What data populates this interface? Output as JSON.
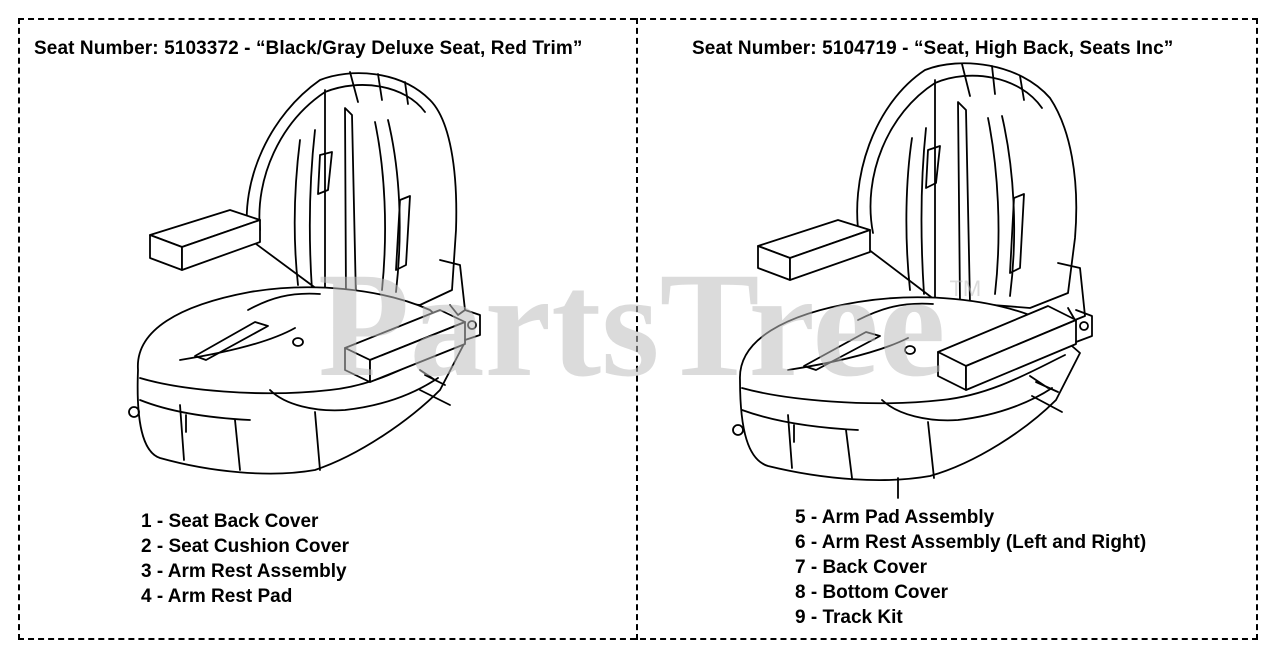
{
  "panels": [
    {
      "title": "Seat Number: 5103372 - “Black/Gray Deluxe Seat, Red Trim”",
      "items": [
        "1 - Seat Back Cover",
        "2 - Seat Cushion Cover",
        "3 - Arm Rest Assembly",
        "4 - Arm Rest Pad"
      ]
    },
    {
      "title": "Seat Number: 5104719 - “Seat, High Back, Seats Inc”",
      "items": [
        "5 - Arm Pad Assembly",
        "6 - Arm Rest Assembly (Left and Right)",
        "7 - Back Cover",
        "8 - Bottom Cover",
        "9 - Track Kit"
      ]
    }
  ],
  "watermark": {
    "text": "PartsTree",
    "mark": "TM"
  }
}
